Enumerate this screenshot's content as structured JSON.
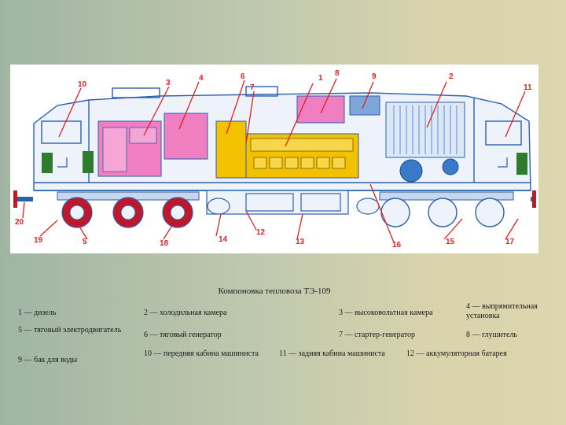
{
  "diagram": {
    "callouts": [
      "1",
      "2",
      "3",
      "4",
      "5",
      "6",
      "7",
      "8",
      "9",
      "10",
      "11",
      "12",
      "13",
      "14",
      "15",
      "16",
      "17",
      "18",
      "19",
      "20"
    ],
    "line_color": "#2a5fb0",
    "callout_color": "#e02020",
    "engine_color": "#f2c200",
    "pink_color": "#ef7fc0"
  },
  "caption": {
    "title": "Компоновка тепловоза ТЭ-109",
    "items": [
      "1 — дизель",
      "2 — холодильная камера",
      "3 — высоковольтная камера",
      "4 — выпрямительная установка",
      "5 — тяговый электродвигатель",
      "6 — тяговый генератор",
      "7 — стартер-генератор",
      "8 — глушитель",
      "9 — бак для воды",
      "10 — передняя кабина машиниста",
      "11 — задняя кабина машиниста",
      "12 — аккумуляторная батарея"
    ]
  }
}
